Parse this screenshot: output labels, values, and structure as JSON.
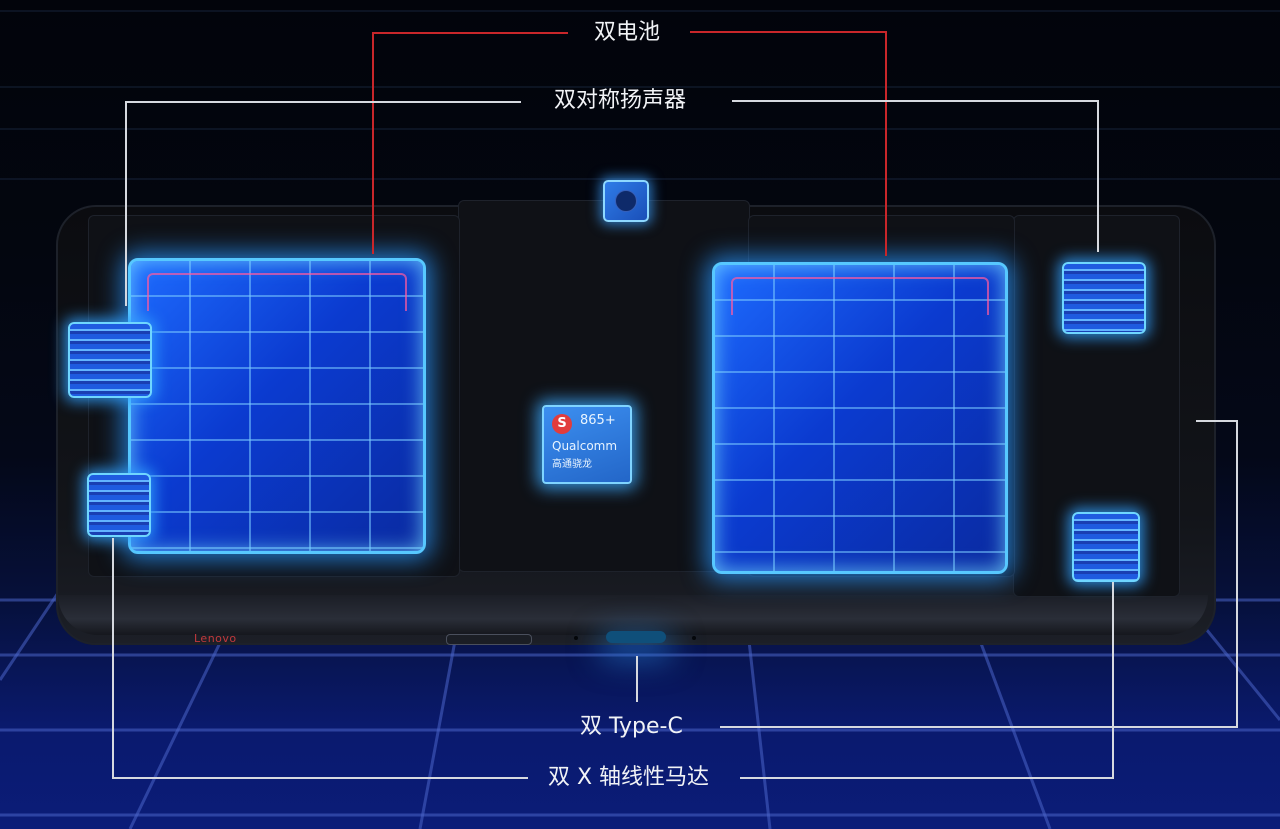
{
  "image": {
    "description": "Exploded internal view of a gaming phone with glowing blue dual batteries, speakers, haptic motors and processor, annotated with Chinese callout labels",
    "colors": {
      "background_top": "#02040b",
      "background_floor": "#0b1c78",
      "glow_blue": "#3aa0ff",
      "callout_white": "#d6d9df",
      "callout_red": "#c8262a",
      "brand_red": "#c2393c"
    }
  },
  "callouts": {
    "dual_battery": "双电池",
    "dual_speakers": "双对称扬声器",
    "dual_typec": "双 Type-C",
    "dual_motor": "双 X 轴线性马达"
  },
  "chip": {
    "logo": "S",
    "model": "865+",
    "brand": "Qualcomm",
    "subtitle": "高通骁龙"
  },
  "phone": {
    "brand_text": "Lenovo"
  }
}
